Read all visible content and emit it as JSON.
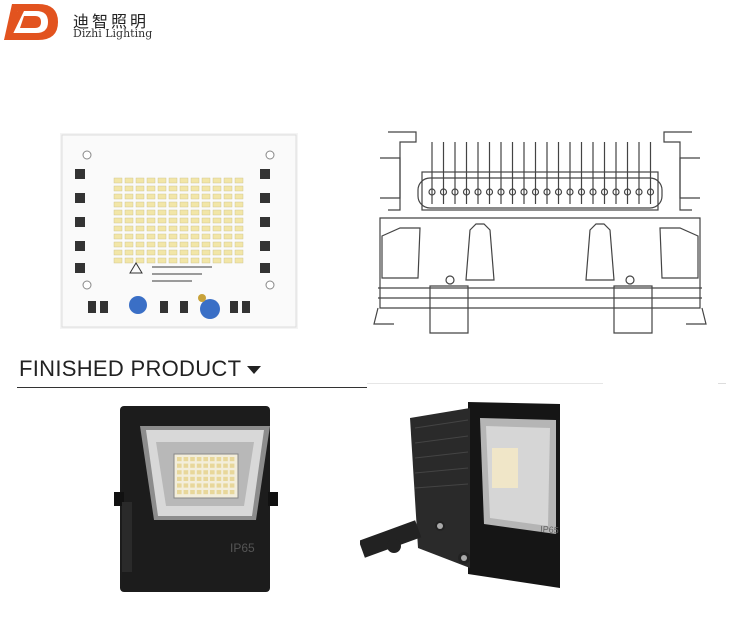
{
  "brand": {
    "name_cn": "迪智照明",
    "name_en": "Dizhi Lighting",
    "logo_letter": "D",
    "colors": {
      "logo_red": "#e2531f",
      "logo_white": "#ffffff"
    }
  },
  "images": {
    "pcb_board": "led-pcb-board",
    "technical_drawing": "heatsink-cross-section-drawing",
    "product_front": "floodlight-front-view",
    "product_side": "floodlight-angled-view"
  },
  "product": {
    "rating": "IP65"
  },
  "section": {
    "title": "FINISHED PRODUCT",
    "arrow_icon": "triangle-down-icon"
  }
}
